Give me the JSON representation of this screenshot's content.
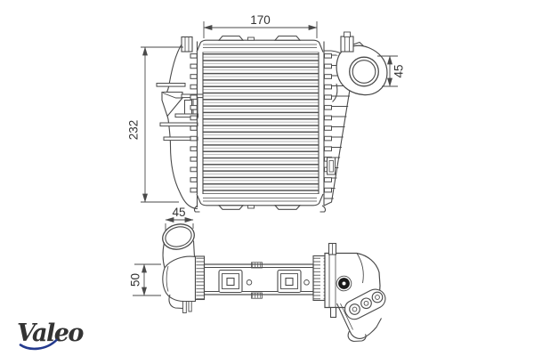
{
  "diagram": {
    "front_view": {
      "width_mm": "170",
      "height_mm": "232",
      "inlet_diameter_mm": "45"
    },
    "bottom_view": {
      "pipe_diameter_mm": "45",
      "depth_mm": "50"
    },
    "line_color": "#4a4a4a",
    "text_color": "#333333"
  },
  "logo": {
    "text": "Valeo",
    "color": "#243a8e"
  }
}
